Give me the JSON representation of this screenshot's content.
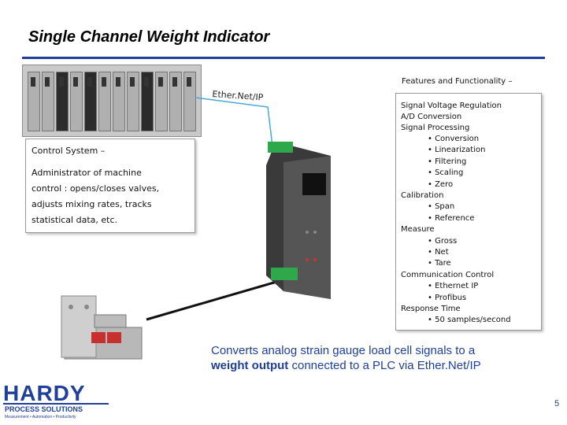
{
  "slide": {
    "title": "Single Channel Weight Indicator",
    "ethernet_label": "Ether.Net/IP",
    "page_number": "5"
  },
  "control_system": {
    "lines": [
      "Control System –",
      "",
      "Administrator of machine",
      "control : opens/closes valves,",
      "adjusts mixing rates, tracks",
      "statistical data, etc."
    ]
  },
  "features": {
    "title": "Features and Functionality –",
    "items": [
      {
        "text": "Signal Voltage Regulation",
        "indent": 0
      },
      {
        "text": "A/D Conversion",
        "indent": 0
      },
      {
        "text": "Signal Processing",
        "indent": 0
      },
      {
        "text": "• Conversion",
        "indent": 1
      },
      {
        "text": "• Linearization",
        "indent": 1
      },
      {
        "text": "• Filtering",
        "indent": 1
      },
      {
        "text": "• Scaling",
        "indent": 1
      },
      {
        "text": "• Zero",
        "indent": 1
      },
      {
        "text": "Calibration",
        "indent": 0
      },
      {
        "text": "• Span",
        "indent": 1
      },
      {
        "text": "• Reference",
        "indent": 1
      },
      {
        "text": "Measure",
        "indent": 0
      },
      {
        "text": "• Gross",
        "indent": 1
      },
      {
        "text": "• Net",
        "indent": 1
      },
      {
        "text": "• Tare",
        "indent": 1
      },
      {
        "text": "Communication Control",
        "indent": 0
      },
      {
        "text": "• Ethernet IP",
        "indent": 1
      },
      {
        "text": "• Profibus",
        "indent": 1
      },
      {
        "text": "Response Time",
        "indent": 0
      },
      {
        "text": "• 50 samples/second",
        "indent": 1
      }
    ]
  },
  "caption": {
    "part1": "Converts analog strain gauge load cell signals to a",
    "part2_bold": "weight output",
    "part2_rest": " connected to a PLC via Ether.Net/IP"
  },
  "logo": {
    "word": "HARDY",
    "sub": "PROCESS SOLUTIONS",
    "tagline": "Measurement • Automation • Productivity"
  },
  "colors": {
    "accent_blue": "#1f3f99",
    "cable_blue": "#4aa8d8",
    "cable_black": "#111111",
    "device_green": "#2ea84a"
  }
}
